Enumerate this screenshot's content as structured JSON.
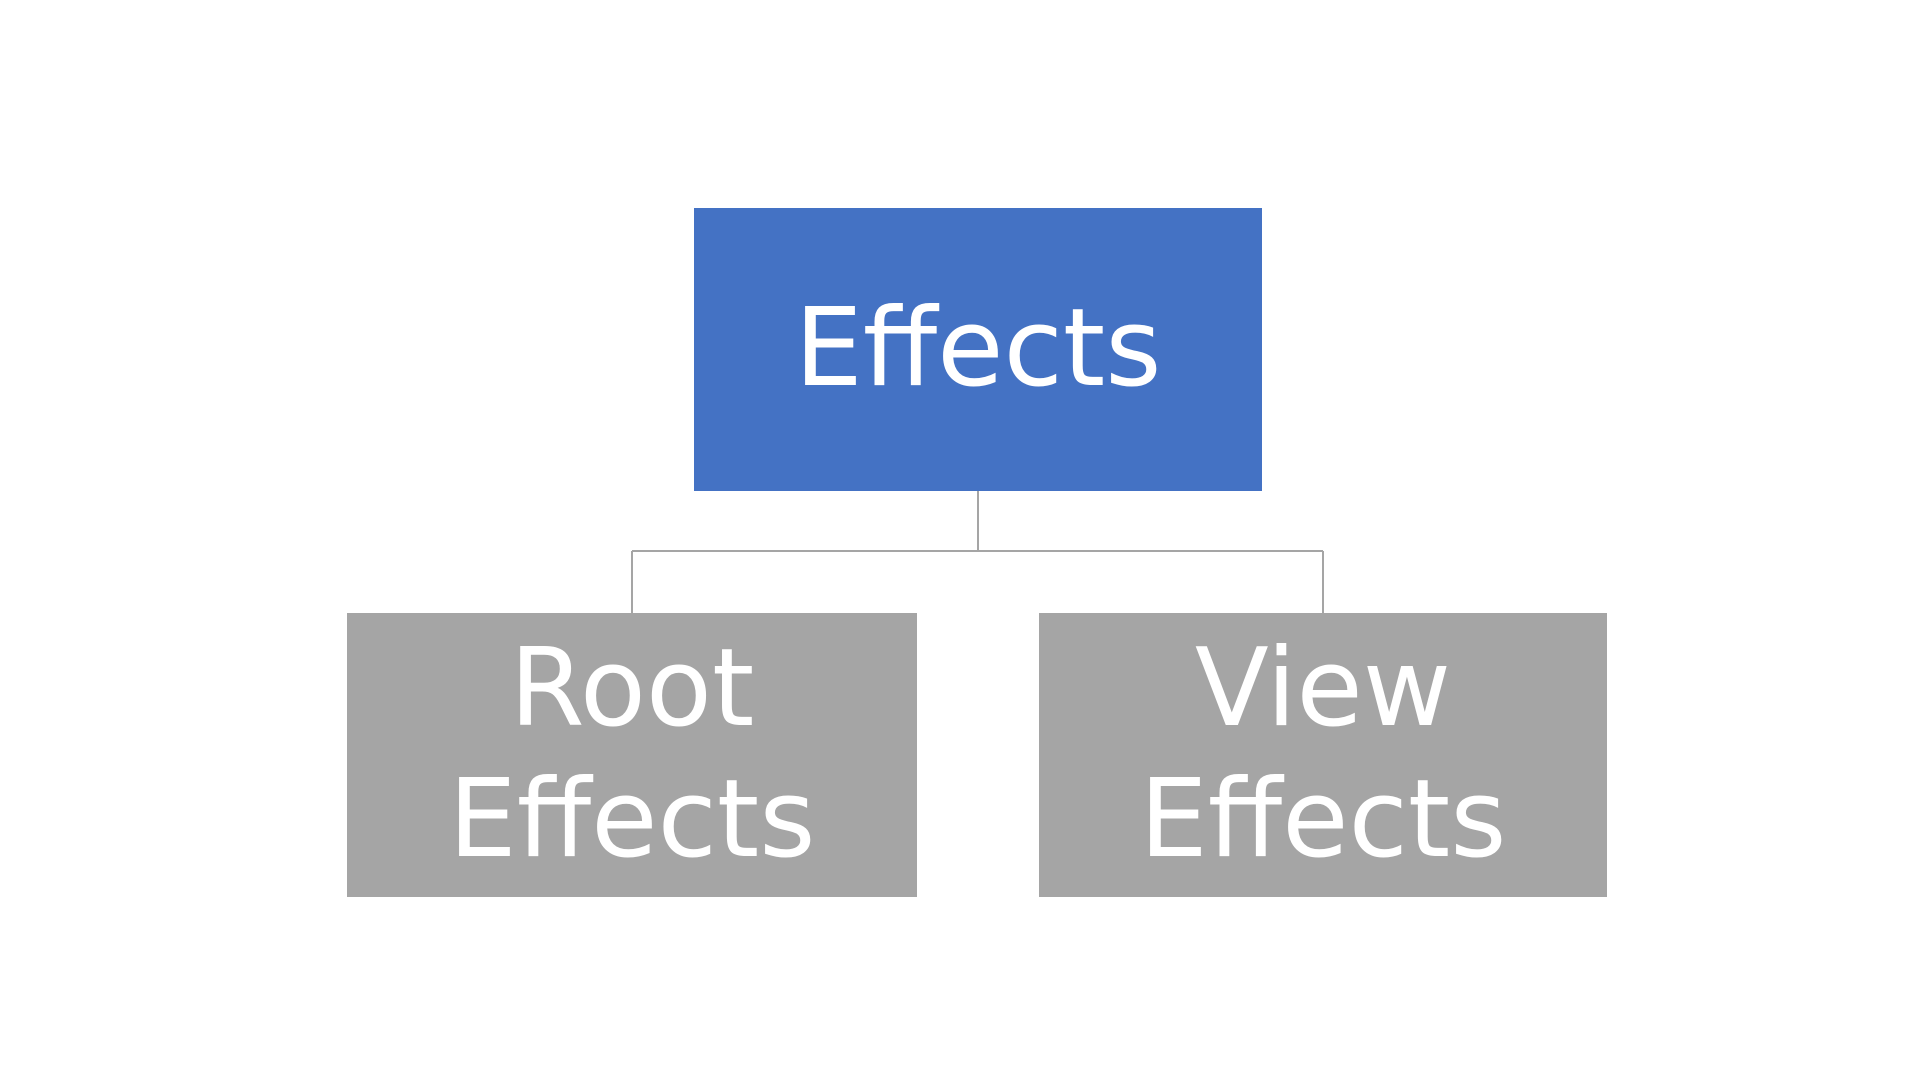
{
  "diagram": {
    "root": {
      "label": "Effects",
      "color": "#4472C4"
    },
    "children": [
      {
        "label": "Root\nEffects",
        "color": "#A5A5A5"
      },
      {
        "label": "View\nEffects",
        "color": "#A5A5A5"
      }
    ],
    "connector_color": "#A5A5A5"
  }
}
